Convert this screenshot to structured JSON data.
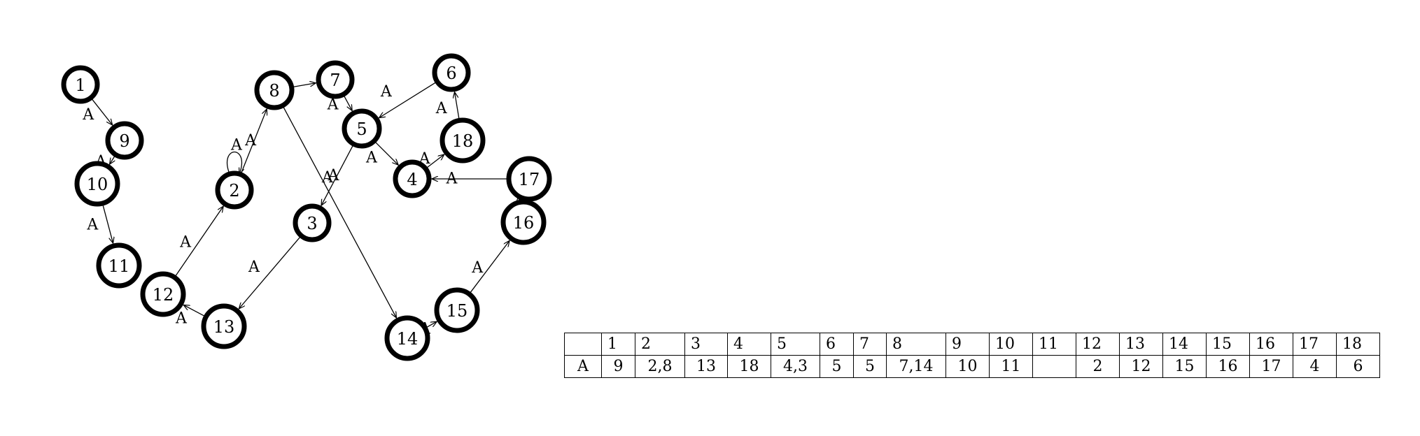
{
  "graph": {
    "nodes": [
      {
        "id": "1"
      },
      {
        "id": "2"
      },
      {
        "id": "3"
      },
      {
        "id": "4"
      },
      {
        "id": "5"
      },
      {
        "id": "6"
      },
      {
        "id": "7"
      },
      {
        "id": "8"
      },
      {
        "id": "9"
      },
      {
        "id": "10"
      },
      {
        "id": "11"
      },
      {
        "id": "12"
      },
      {
        "id": "13"
      },
      {
        "id": "14"
      },
      {
        "id": "15"
      },
      {
        "id": "16"
      },
      {
        "id": "17"
      },
      {
        "id": "18"
      }
    ],
    "edges": [
      {
        "from": "1",
        "to": "9",
        "label": "A"
      },
      {
        "from": "9",
        "to": "10",
        "label": "A"
      },
      {
        "from": "10",
        "to": "11",
        "label": "A"
      },
      {
        "from": "12",
        "to": "2",
        "label": "A"
      },
      {
        "from": "2",
        "to": "2",
        "label": "A"
      },
      {
        "from": "2",
        "to": "8",
        "label": "A"
      },
      {
        "from": "13",
        "to": "12",
        "label": "A"
      },
      {
        "from": "3",
        "to": "13",
        "label": "A"
      },
      {
        "from": "8",
        "to": "7",
        "label": "A"
      },
      {
        "from": "8",
        "to": "14",
        "label": "A"
      },
      {
        "from": "7",
        "to": "5",
        "label": "A"
      },
      {
        "from": "6",
        "to": "5",
        "label": "A"
      },
      {
        "from": "5",
        "to": "4",
        "label": "A"
      },
      {
        "from": "5",
        "to": "3",
        "label": "A"
      },
      {
        "from": "4",
        "to": "18",
        "label": "A"
      },
      {
        "from": "18",
        "to": "6",
        "label": "A"
      },
      {
        "from": "17",
        "to": "4",
        "label": "A"
      },
      {
        "from": "16",
        "to": "17",
        "label": "A"
      },
      {
        "from": "14",
        "to": "15",
        "label": "A"
      },
      {
        "from": "15",
        "to": "16",
        "label": "A"
      }
    ]
  },
  "table": {
    "header": [
      "",
      "1",
      "2",
      "3",
      "4",
      "5",
      "6",
      "7",
      "8",
      "9",
      "10",
      "11",
      "12",
      "13",
      "14",
      "15",
      "16",
      "17",
      "18"
    ],
    "rows": [
      [
        "A",
        "9",
        "2,8",
        "13",
        "18",
        "4,3",
        "5",
        "5",
        "7,14",
        "10",
        "11",
        "",
        "2",
        "12",
        "15",
        "16",
        "17",
        "4",
        "6"
      ]
    ]
  }
}
